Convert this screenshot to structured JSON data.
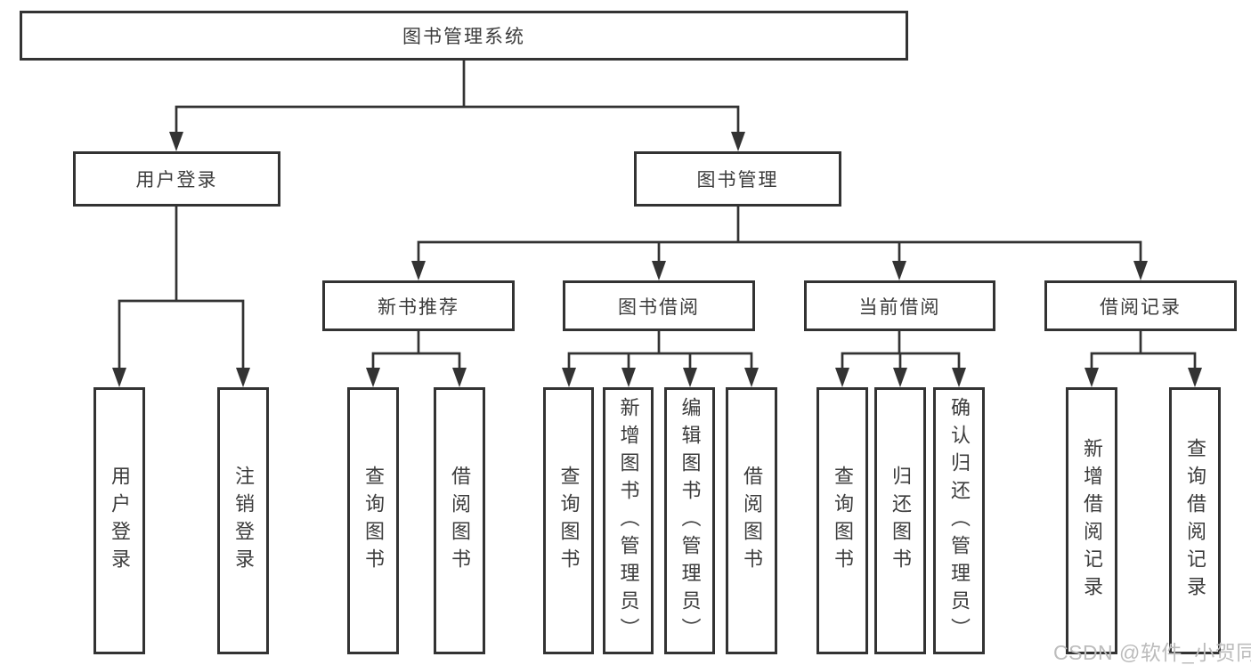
{
  "diagram_type": "hierarchical-function-tree",
  "colors": {
    "background": "#ffffff",
    "line": "#333333",
    "box_border": "#333333",
    "text": "#3c3c3c",
    "watermark": "#bcbcbc"
  },
  "tree": {
    "root": "图书管理系统",
    "login": {
      "label": "用户登录",
      "children": [
        "用户登录",
        "注销登录"
      ]
    },
    "management": {
      "label": "图书管理",
      "sections": [
        {
          "label": "新书推荐",
          "children": [
            "查询图书",
            "借阅图书"
          ]
        },
        {
          "label": "图书借阅",
          "children": [
            "查询图书",
            "新增图书（管理员）",
            "编辑图书（管理员）",
            "借阅图书"
          ]
        },
        {
          "label": "当前借阅",
          "children": [
            "查询图书",
            "归还图书",
            "确认归还（管理员）"
          ]
        },
        {
          "label": "借阅记录",
          "children": [
            "新增借阅记录",
            "查询借阅记录"
          ]
        }
      ]
    }
  },
  "watermark": {
    "text": "CSDN @软件_小贺同学"
  }
}
